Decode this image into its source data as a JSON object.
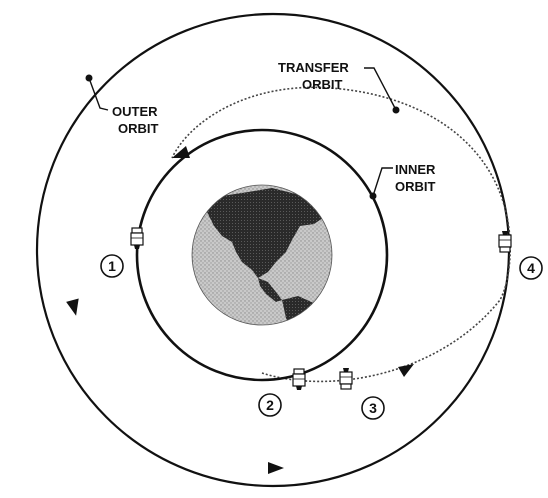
{
  "labels": {
    "outer_orbit": [
      "OUTER",
      "ORBIT"
    ],
    "transfer_orbit": [
      "TRANSFER",
      "ORBIT"
    ],
    "inner_orbit": [
      "INNER",
      "ORBIT"
    ]
  },
  "positions": [
    "1",
    "2",
    "3",
    "4"
  ],
  "colors": {
    "ink": "#111111",
    "ocean": "#b8b8b8",
    "land": "#2a2a2a",
    "background": "#ffffff"
  }
}
